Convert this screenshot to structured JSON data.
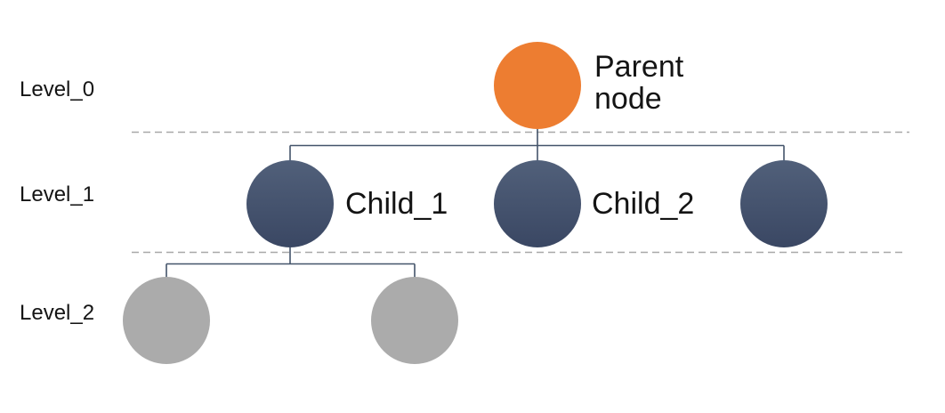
{
  "diagram": {
    "type": "tree",
    "level_labels": [
      {
        "label": "Level_0"
      },
      {
        "label": "Level_1"
      },
      {
        "label": "Level_2"
      }
    ],
    "nodes": {
      "parent": {
        "label": "Parent node",
        "level": 0
      },
      "child_1": {
        "label": "Child_1",
        "level": 1
      },
      "child_2": {
        "label": "Child_2",
        "level": 1
      },
      "child_3": {
        "label": "",
        "level": 1
      },
      "grandchild_1": {
        "label": "",
        "level": 2
      },
      "grandchild_2": {
        "label": "",
        "level": 2
      }
    },
    "edges": [
      "parent-child_1",
      "parent-child_2",
      "parent-child_3",
      "child_1-grandchild_1",
      "child_1-grandchild_2"
    ]
  },
  "colors": {
    "parent_fill": "#ED7D31",
    "child_fill_top": "#51607A",
    "child_fill_bottom": "#3A4763",
    "grandchild_fill": "#ABABAB",
    "connector": "#44546A",
    "dashed_line": "#A8A8A8",
    "text": "#141414",
    "background": "#FFFFFF"
  }
}
